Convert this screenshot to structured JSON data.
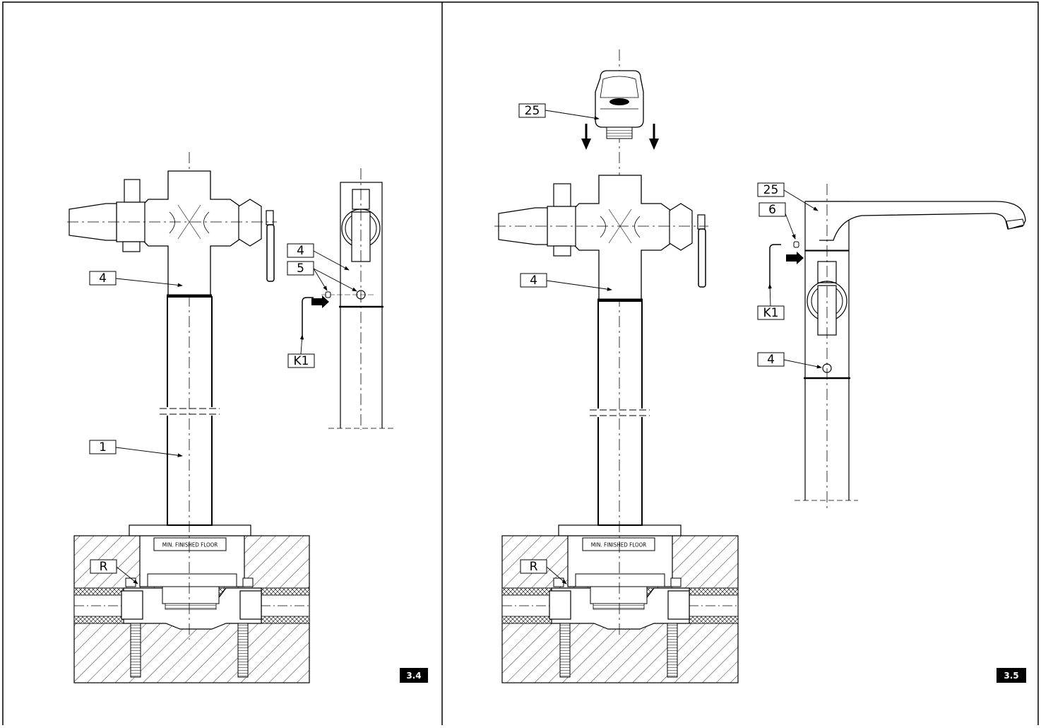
{
  "panels": [
    {
      "figure_number": "3.4",
      "floor_label": "MIN. FINISHED FLOOR",
      "callouts": {
        "part_4_main": "4",
        "part_1": "1",
        "part_R": "R",
        "part_4_detail": "4",
        "part_5": "5",
        "tool_K1": "K1"
      }
    },
    {
      "figure_number": "3.5",
      "floor_label": "MIN. FINISHED FLOOR",
      "callouts": {
        "part_25_top": "25",
        "part_4_main": "4",
        "part_R": "R",
        "part_25_detail": "25",
        "part_6": "6",
        "tool_K1": "K1",
        "part_4_detail": "4"
      }
    }
  ]
}
